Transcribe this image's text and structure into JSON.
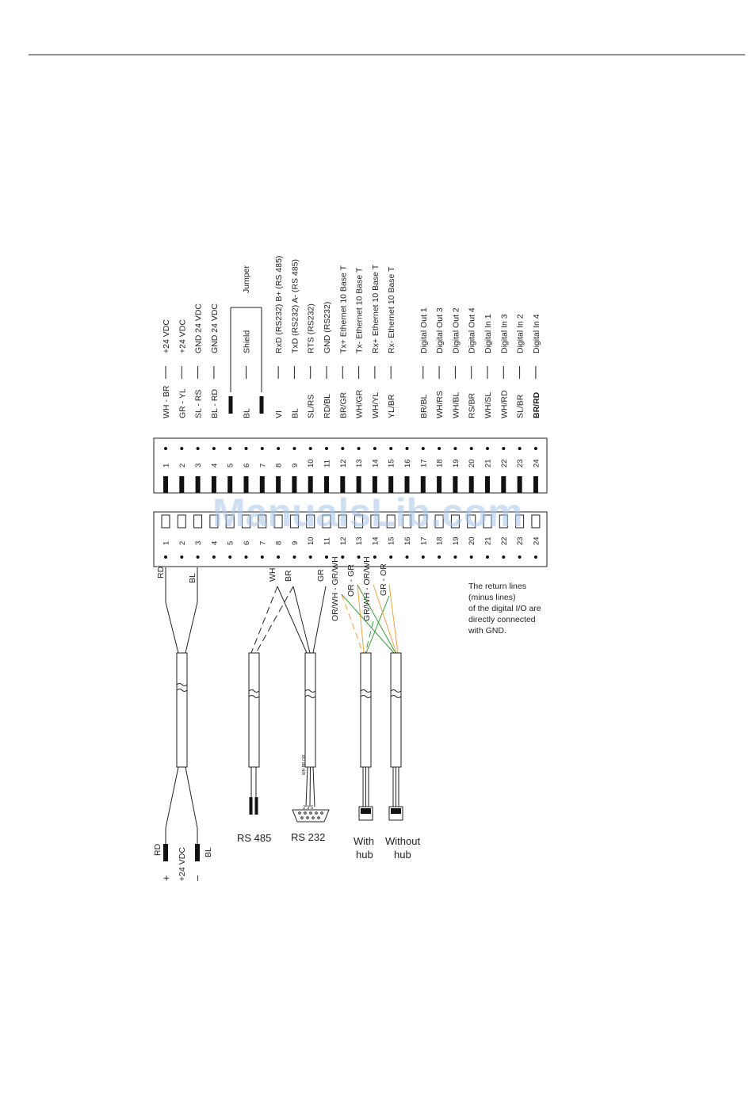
{
  "pins": [
    {
      "n": "1",
      "code": "WH - BR",
      "func": "+24 VDC"
    },
    {
      "n": "2",
      "code": "GR - YL",
      "func": "+24 VDC"
    },
    {
      "n": "3",
      "code": "SL - RS",
      "func": "GND 24 VDC"
    },
    {
      "n": "4",
      "code": "BL - RD",
      "func": "GND 24 VDC"
    },
    {
      "n": "5",
      "code": "",
      "func": ""
    },
    {
      "n": "6",
      "code": "BL",
      "func": "Shield"
    },
    {
      "n": "7",
      "code": "",
      "func": ""
    },
    {
      "n": "8",
      "code": "VI",
      "func": "RxD (RS232) B+ (RS 485)"
    },
    {
      "n": "9",
      "code": "BL",
      "func": "TxD (RS232) A- (RS 485)"
    },
    {
      "n": "10",
      "code": "SL/RS",
      "func": "RTS (RS232)"
    },
    {
      "n": "11",
      "code": "RD/BL",
      "func": "GND (RS232)"
    },
    {
      "n": "12",
      "code": "BR/GR",
      "func": "Tx+ Ethernet 10 Base T"
    },
    {
      "n": "13",
      "code": "WH/GR",
      "func": "Tx-  Ethernet 10 Base T"
    },
    {
      "n": "14",
      "code": "WH/YL",
      "func": "Rx+ Ethernet 10 Base T"
    },
    {
      "n": "15",
      "code": "YL/BR",
      "func": "Rx-  Ethernet 10 Base T"
    },
    {
      "n": "16",
      "code": "",
      "func": ""
    },
    {
      "n": "17",
      "code": "BR/BL",
      "func": "Digital Out 1"
    },
    {
      "n": "18",
      "code": "WH/RS",
      "func": "Digital Out 3"
    },
    {
      "n": "19",
      "code": "WH/BL",
      "func": "Digital Out 2"
    },
    {
      "n": "20",
      "code": "RS/BR",
      "func": "Digital Out 4"
    },
    {
      "n": "21",
      "code": "WH/SL",
      "func": "Digital In 1"
    },
    {
      "n": "22",
      "code": "WH/RD",
      "func": "Digital In 3"
    },
    {
      "n": "23",
      "code": "SL/BR",
      "func": "Digital In 2"
    },
    {
      "n": "24",
      "code": "BR/RD",
      "func": "Digital In 4"
    }
  ],
  "jumper_label": "Jumper",
  "wires": {
    "rd": "RD",
    "bl": "BL",
    "wh": "WH",
    "br": "BR",
    "gr": "GR",
    "orwh_grwh": "OR/WH - GR/WH",
    "or_gr": "OR - GR",
    "grwh_orwh": "GR/WH - OR/WH",
    "gr_or": "GR - OR"
  },
  "note_lines": [
    "The return lines",
    "(minus lines)",
    "of the digital I/O are",
    "directly connected",
    "with GND."
  ],
  "power": {
    "rd": "RD",
    "plus": "+",
    "v24": "+24 VDC",
    "bl": "BL",
    "minus": "–"
  },
  "connectors": {
    "rs485": "RS 485",
    "rs232": "RS 232",
    "with1": "With",
    "with2": "hub",
    "without1": "Without",
    "without2": "hub"
  },
  "dsub_pins": "2 3 5",
  "dsub_wires": "WH BR GR",
  "watermark": "ManualsLib.com",
  "colors": {
    "orange": "#f0a040",
    "green": "#3a9a3a",
    "ink": "#222222"
  }
}
